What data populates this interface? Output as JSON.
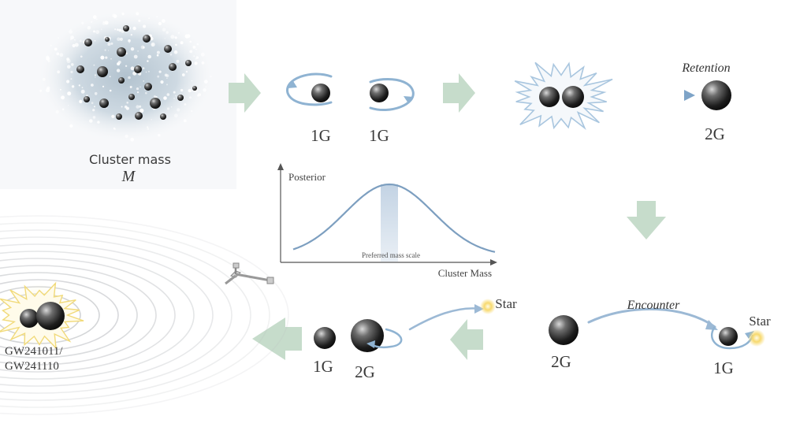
{
  "cluster": {
    "title": "Cluster mass",
    "symbol": "M"
  },
  "pair": {
    "left_label": "1G",
    "right_label": "1G"
  },
  "retention": {
    "label": "Retention",
    "result_label": "2G"
  },
  "posterior": {
    "ylabel": "Posterior",
    "xlabel": "Cluster Mass",
    "band_label": "Preferred mass scale"
  },
  "encounter": {
    "label": "Encounter",
    "bh_label": "2G",
    "partner_label": "1G",
    "star_label": "Star"
  },
  "capture": {
    "left_label": "1G",
    "right_label": "2G",
    "star_label": "Star"
  },
  "merger": {
    "event_line1": "GW241011/",
    "event_line2": "GW241110"
  },
  "colors": {
    "arrow": "#c6dccb",
    "bh_dark": "#141414",
    "bh_mid": "#5a5a5a",
    "orbit": "#8fb3d2",
    "curve": "#7d9fc0",
    "band": "#a9c0d8",
    "star": "#f5d36b"
  }
}
